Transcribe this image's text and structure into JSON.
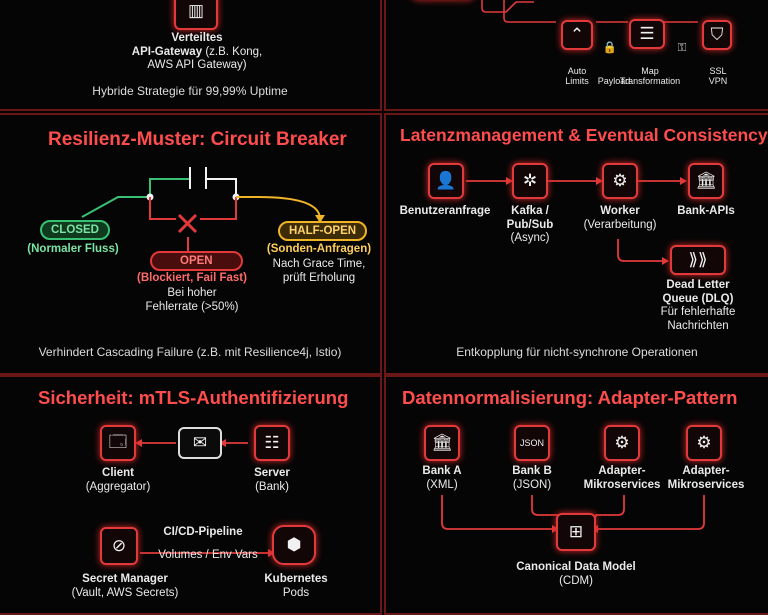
{
  "top_left": {
    "gateway_title": "Verteiltes",
    "gateway_name": "API-Gateway",
    "gateway_examples_1": "(z.B. Kong,",
    "gateway_examples_2": "AWS API Gateway)",
    "caption": "Hybride Strategie für 99,99% Uptime"
  },
  "top_right": {
    "items": [
      {
        "label_1": "Auto",
        "label_2": "Limits",
        "icon": "pulse-icon"
      },
      {
        "label_1": "",
        "label_2": "Payload",
        "icon": "lock-icon"
      },
      {
        "label_1": "Map",
        "label_2": "Transformation",
        "icon": "mapping-icon"
      },
      {
        "label_1": "SSL",
        "label_2": "VPN",
        "icon": "shield-lock-icon"
      }
    ]
  },
  "circuit_breaker": {
    "title": "Resilienz-Muster: Circuit Breaker",
    "closed": "CLOSED",
    "closed_desc": "(Normaler Fluss)",
    "open": "OPEN",
    "open_desc": "(Blockiert, Fail Fast)",
    "open_note_1": "Bei hoher",
    "open_note_2": "Fehlerrate (>50%)",
    "half_open": "HALF-OPEN",
    "half_open_desc": "(Sonden-Anfragen)",
    "half_open_note_1": "Nach Grace Time,",
    "half_open_note_2": "prüft Erholung",
    "caption": "Verhindert Cascading Failure (z.B. mit Resilience4j, Istio)",
    "colors": {
      "closed": "#38c172",
      "open": "#e23a3a",
      "half_open": "#f0b429"
    }
  },
  "latency": {
    "title": "Latenzmanagement & Eventual Consistency",
    "user": "Benutzeranfrage",
    "kafka_1": "Kafka /",
    "kafka_2": "Pub/Sub",
    "kafka_3": "(Async)",
    "worker_1": "Worker",
    "worker_2": "(Verarbeitung)",
    "bank": "Bank-APIs",
    "dlq_1": "Dead Letter",
    "dlq_2": "Queue (DLQ)",
    "dlq_3": "Für fehlerhafte",
    "dlq_4": "Nachrichten",
    "caption": "Entkopplung für nicht-synchrone Operationen"
  },
  "mtls": {
    "title": "Sicherheit: mTLS-Authentifizierung",
    "client_1": "Client",
    "client_2": "(Aggregator)",
    "server_1": "Server",
    "server_2": "(Bank)",
    "pipeline": "CI/CD-Pipeline",
    "volumes": "Volumes / Env Vars",
    "secret_1": "Secret Manager",
    "secret_2": "(Vault, AWS Secrets)",
    "k8s_1": "Kubernetes",
    "k8s_2": "Pods"
  },
  "adapter": {
    "title": "Datennormalisierung: Adapter-Pattern",
    "bank_a_1": "Bank A",
    "bank_a_2": "(XML)",
    "bank_b_1": "Bank B",
    "bank_b_2": "(JSON)",
    "adapter_1a": "Adapter-",
    "adapter_1b": "Mikroservices",
    "adapter_2a": "Adapter-",
    "adapter_2b": "Mikroservices",
    "json_icon": "JSON",
    "cdm_1": "Canonical Data Model",
    "cdm_2": "(CDM)"
  }
}
